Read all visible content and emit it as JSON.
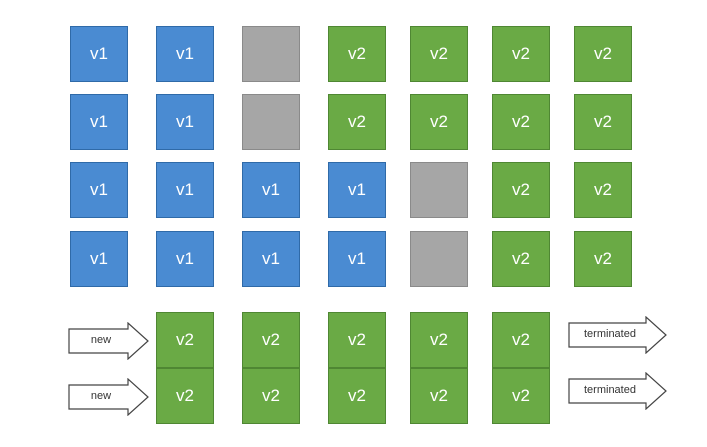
{
  "colors": {
    "v1": "#4a8bd2",
    "v2": "#6aaa45",
    "empty": "#a6a6a6"
  },
  "rows": [
    [
      "v1",
      "v1",
      "",
      "v2",
      "v2",
      "v2",
      "v2"
    ],
    [
      "v1",
      "v1",
      "",
      "v2",
      "v2",
      "v2",
      "v2"
    ],
    [
      "v1",
      "v1",
      "v1",
      "v1",
      "",
      "v2",
      "v2"
    ],
    [
      "v1",
      "v1",
      "v1",
      "v1",
      "",
      "v2",
      "v2"
    ],
    [
      "",
      "v2",
      "v2",
      "v2",
      "v2",
      "v2",
      ""
    ],
    [
      "",
      "v2",
      "v2",
      "v2",
      "v2",
      "v2",
      ""
    ]
  ],
  "arrows": {
    "new": [
      "new",
      "new"
    ],
    "terminated": [
      "terminated",
      "terminated"
    ]
  }
}
